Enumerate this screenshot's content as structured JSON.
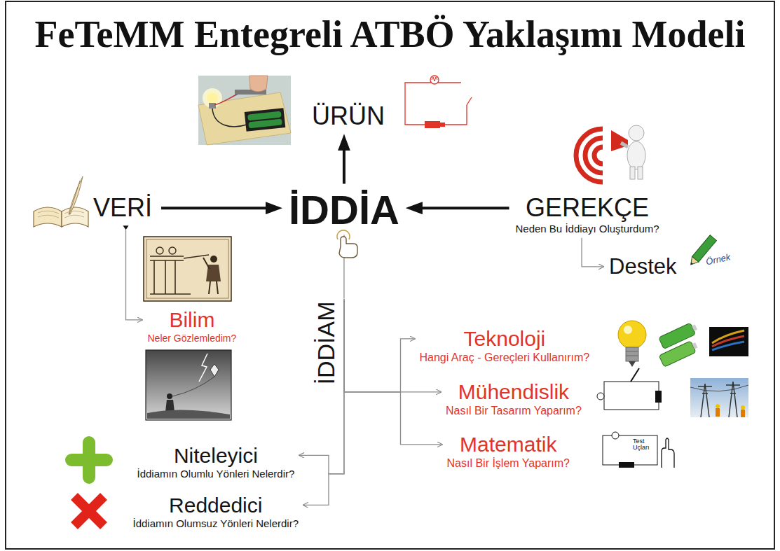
{
  "diagram": {
    "title": "FeTeMM Entegreli ATBÖ Yaklaşımı Modeli",
    "nodes": [
      {
        "text": [
          "ÜRÜN"
        ]
      },
      {
        "text": [
          "VERİ"
        ]
      },
      {
        "text": [
          "İDDİA"
        ]
      },
      {
        "text": [
          "GEREKÇE",
          "Neden Bu İddiayı Oluşturdum?"
        ]
      },
      {
        "text": [
          "Destek"
        ]
      },
      {
        "text": [
          "Bilim",
          "Neler Gözlemledim?"
        ]
      },
      {
        "text": [
          "İDDİAM"
        ]
      },
      {
        "text": [
          "Teknoloji",
          "Hangi Araç - Gereçleri Kullanırım?"
        ]
      },
      {
        "text": [
          "Mühendislik",
          "Nasıl Bir Tasarım Yaparım?"
        ]
      },
      {
        "text": [
          "Matematik",
          "Nasıl Bir İşlem Yaparım?"
        ]
      },
      {
        "text": [
          "Niteleyici",
          "İddiamın Olumlu Yönleri Nelerdir?"
        ]
      },
      {
        "text": [
          "Reddedici",
          "İddiamın Olumsuz Yönleri Nelerdir?"
        ]
      }
    ],
    "edges": [
      {
        "from": 2,
        "to": 0,
        "arrow": "to"
      },
      {
        "from": 1,
        "to": 2,
        "arrow": "to"
      },
      {
        "from": 3,
        "to": 2,
        "arrow": "to"
      },
      {
        "from": 3,
        "to": 4,
        "arrow": "to"
      },
      {
        "from": 1,
        "to": 5,
        "arrow": "to"
      },
      {
        "from": 2,
        "to": 6,
        "arrow": "none"
      },
      {
        "from": 6,
        "to": 7,
        "arrow": "to"
      },
      {
        "from": 6,
        "to": 8,
        "arrow": "to"
      },
      {
        "from": 6,
        "to": 9,
        "arrow": "to"
      },
      {
        "from": 6,
        "to": 10,
        "arrow": "to"
      },
      {
        "from": 6,
        "to": 11,
        "arrow": "to"
      }
    ],
    "labels": [
      "Örnek",
      "Test Uçları"
    ]
  }
}
